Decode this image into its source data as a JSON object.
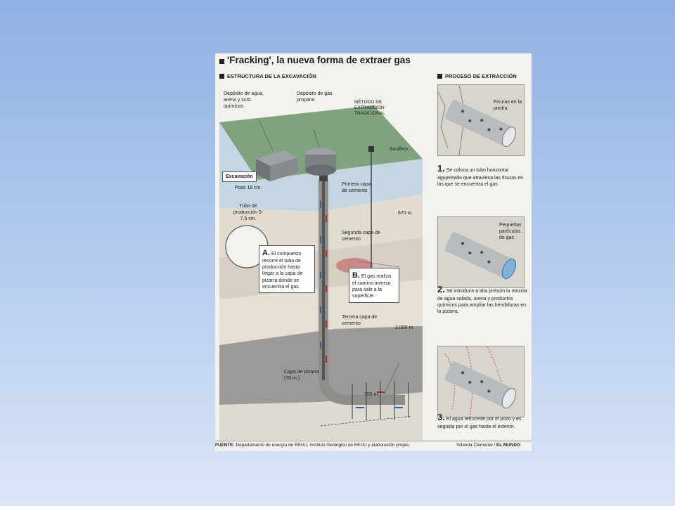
{
  "title": "'Fracking', la nueva forma de extraer gas",
  "sections": {
    "estructura": "ESTRUCTURA DE LA EXCAVACIÓN",
    "proceso": "PROCESO DE EXTRACCIÓN"
  },
  "labels": {
    "deposito_agua": "Depósito de agua, arena y sust. químicas",
    "deposito_gas": "Depósito de gas propano",
    "metodo": "MÉTODO DE EXTRACCIÓN TRADICIONAL",
    "acuifero": "Acuífero",
    "primera_capa": "Primera capa de cemento",
    "segunda_capa": "Segunda capa de cemento",
    "tercera_capa": "Tercera capa de cemento",
    "capa_pizarra": "Capa de pizarra (70 m.)",
    "depth_670": "670 m.",
    "depth_2000": "2.000 m.",
    "length_700": "700 m."
  },
  "excavacion": {
    "title": "Excavación",
    "pozo": "Pozo 18 cm.",
    "tubo": "Tubo de producción 5-7,5 cm."
  },
  "callouts": {
    "a_letter": "A.",
    "a_text": "El compuesto recorre el tubo de producción hasta llegar a la capa de pizarra dónde se encuentra el gas.",
    "b_letter": "B.",
    "b_text": "El gas realiza el camino inverso para salir a la superficie."
  },
  "steps": [
    {
      "num": "1.",
      "text": "Se coloca un tubo horizontal agujereado que atraviesa las fisuras en las que se encuentra el gas.",
      "panel_label": "Fisuras en la piedra"
    },
    {
      "num": "2.",
      "text": "Se introduce a alta presión la mezcla de agua salada, arena y productos químicos para ampliar las hendiduras en la pizarra.",
      "panel_label": "Pequeñas partículas de gas"
    },
    {
      "num": "3.",
      "text": "El agua retrocede por el pozo y es seguida por el gas hasta el exterior.",
      "panel_label": ""
    }
  ],
  "footer": {
    "fuente_label": "FUENTE:",
    "fuente_text": "Departamento de energía de EEUU, Instituto Geológico de EEUU y elaboración propia.",
    "author": "Yolanda Clemente",
    "outlet": "EL MUNDO"
  },
  "colors": {
    "grass": "#7fa37c",
    "soil_light": "#e3ddd0",
    "soil_mid": "#d4cfc4",
    "water": "#c3d6e2",
    "shale": "#9b9a98",
    "gas_red": "#b1262b",
    "fluid_blue": "#2a64a3"
  }
}
